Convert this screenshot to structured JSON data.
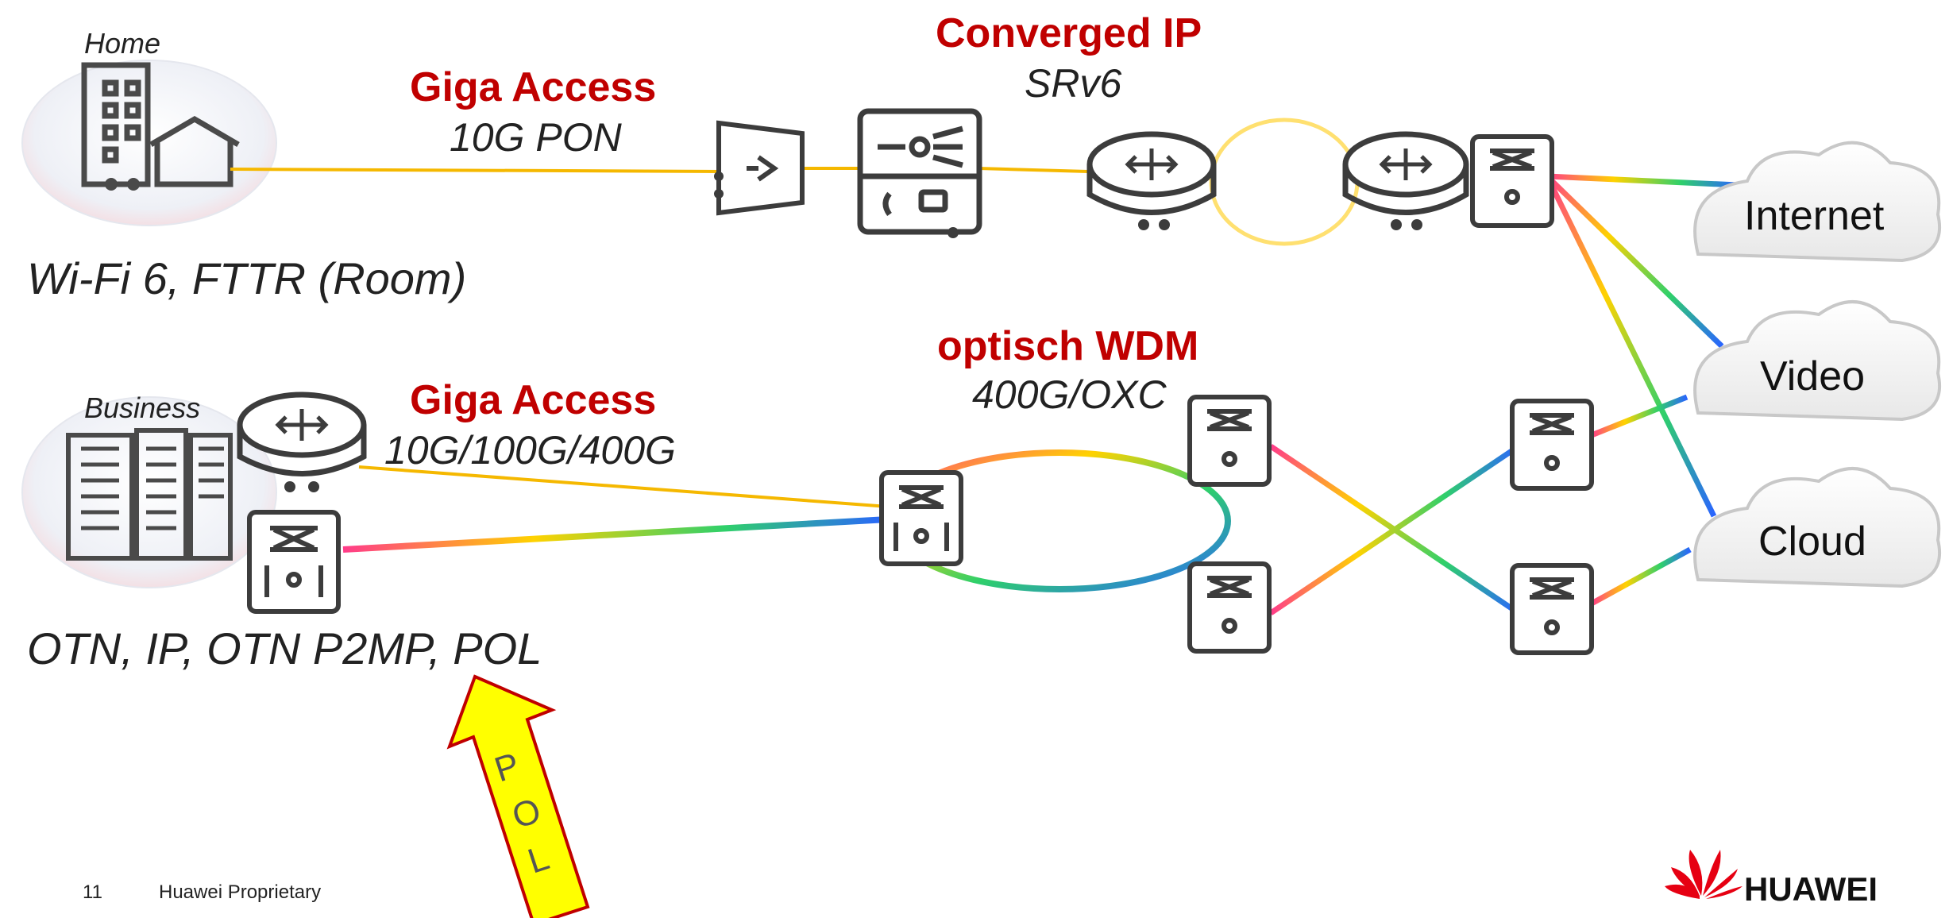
{
  "home": {
    "label": "Home",
    "caption": "Wi-Fi 6, FTTR (Room)"
  },
  "business": {
    "label": "Business",
    "caption": "OTN, IP, OTN P2MP, POL"
  },
  "access_home": {
    "title": "Giga Access",
    "subtitle": "10G PON"
  },
  "access_business": {
    "title": "Giga Access",
    "subtitle": "10G/100G/400G"
  },
  "core_ip": {
    "title": "Converged IP",
    "subtitle": "SRv6"
  },
  "core_wdm": {
    "title": "optisch WDM",
    "subtitle": "400G/OXC"
  },
  "clouds": {
    "internet": "Internet",
    "video": "Video",
    "cloud": "Cloud"
  },
  "pol_arrow": {
    "letters": [
      "P",
      "O",
      "L"
    ],
    "color": "#ffff00"
  },
  "footer": {
    "page": "11",
    "proprietary": "Huawei Proprietary",
    "brand": "HUAWEI"
  },
  "colors": {
    "accent_red": "#c00000",
    "fiber": "#f5b800",
    "logo_red": "#e60012"
  }
}
